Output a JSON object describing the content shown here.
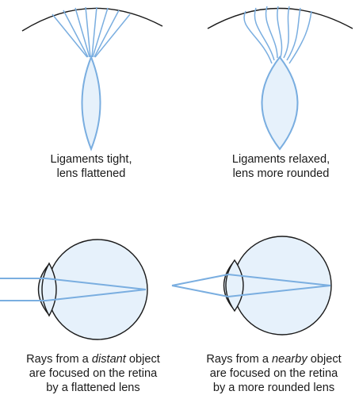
{
  "panels": {
    "top_left": {
      "line1": "Ligaments tight,",
      "line2": "lens flattened"
    },
    "top_right": {
      "line1": "Ligaments relaxed,",
      "line2": "lens more rounded"
    },
    "bottom_left": {
      "line1_pre": "Rays from a ",
      "line1_em": "distant",
      "line1_post": " object",
      "line2": "are focused on the retina",
      "line3": "by a flattened lens"
    },
    "bottom_right": {
      "line1_pre": "Rays from a ",
      "line1_em": "nearby",
      "line1_post": " object",
      "line2": "are focused on the retina",
      "line3": "by a more rounded lens"
    }
  },
  "colors": {
    "outline": "#7aaee0",
    "fill": "#e6f1fb",
    "arc": "#1a1a1a",
    "text": "#1a1a1a"
  }
}
